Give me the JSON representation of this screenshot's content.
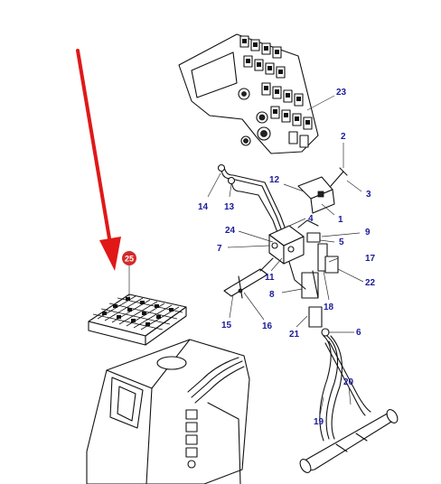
{
  "colors": {
    "callout": "#1a1a9a",
    "arrow": "#e01818",
    "badge": "#d42a2a",
    "line": "#111111"
  },
  "callouts": [
    {
      "id": "c1",
      "label": "1"
    },
    {
      "id": "c2",
      "label": "2"
    },
    {
      "id": "c3",
      "label": "3"
    },
    {
      "id": "c4",
      "label": "4"
    },
    {
      "id": "c5",
      "label": "5"
    },
    {
      "id": "c6",
      "label": "6"
    },
    {
      "id": "c7",
      "label": "7"
    },
    {
      "id": "c8",
      "label": "8"
    },
    {
      "id": "c9",
      "label": "9"
    },
    {
      "id": "c11",
      "label": "11"
    },
    {
      "id": "c12",
      "label": "12"
    },
    {
      "id": "c13",
      "label": "13"
    },
    {
      "id": "c14",
      "label": "14"
    },
    {
      "id": "c15",
      "label": "15"
    },
    {
      "id": "c16",
      "label": "16"
    },
    {
      "id": "c17",
      "label": "17"
    },
    {
      "id": "c18",
      "label": "18"
    },
    {
      "id": "c19",
      "label": "19"
    },
    {
      "id": "c20",
      "label": "20"
    },
    {
      "id": "c21",
      "label": "21"
    },
    {
      "id": "c22",
      "label": "22"
    },
    {
      "id": "c23",
      "label": "23"
    },
    {
      "id": "c24",
      "label": "24"
    }
  ],
  "highlight": {
    "label": "25"
  }
}
